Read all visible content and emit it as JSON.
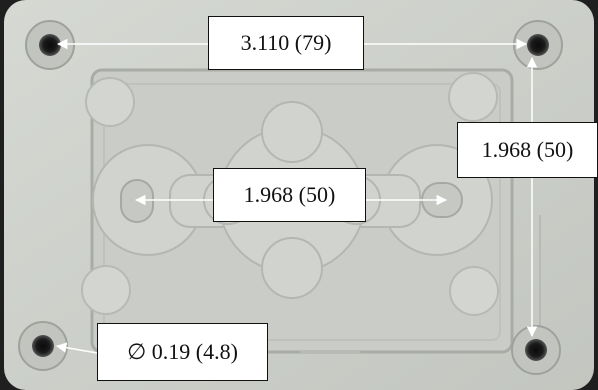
{
  "annotations": {
    "top_width": "3.110 (79)",
    "right_height": "1.968 (50)",
    "center_width": "1.968 (50)",
    "hole_diameter": "∅ 0.19 (4.8)"
  },
  "colors": {
    "plastic": "#cfd2cc",
    "plastic_shadow": "#b9bcb6",
    "background": "#1e1f1e",
    "arrow": "#ffffff",
    "label_border": "#111111"
  }
}
